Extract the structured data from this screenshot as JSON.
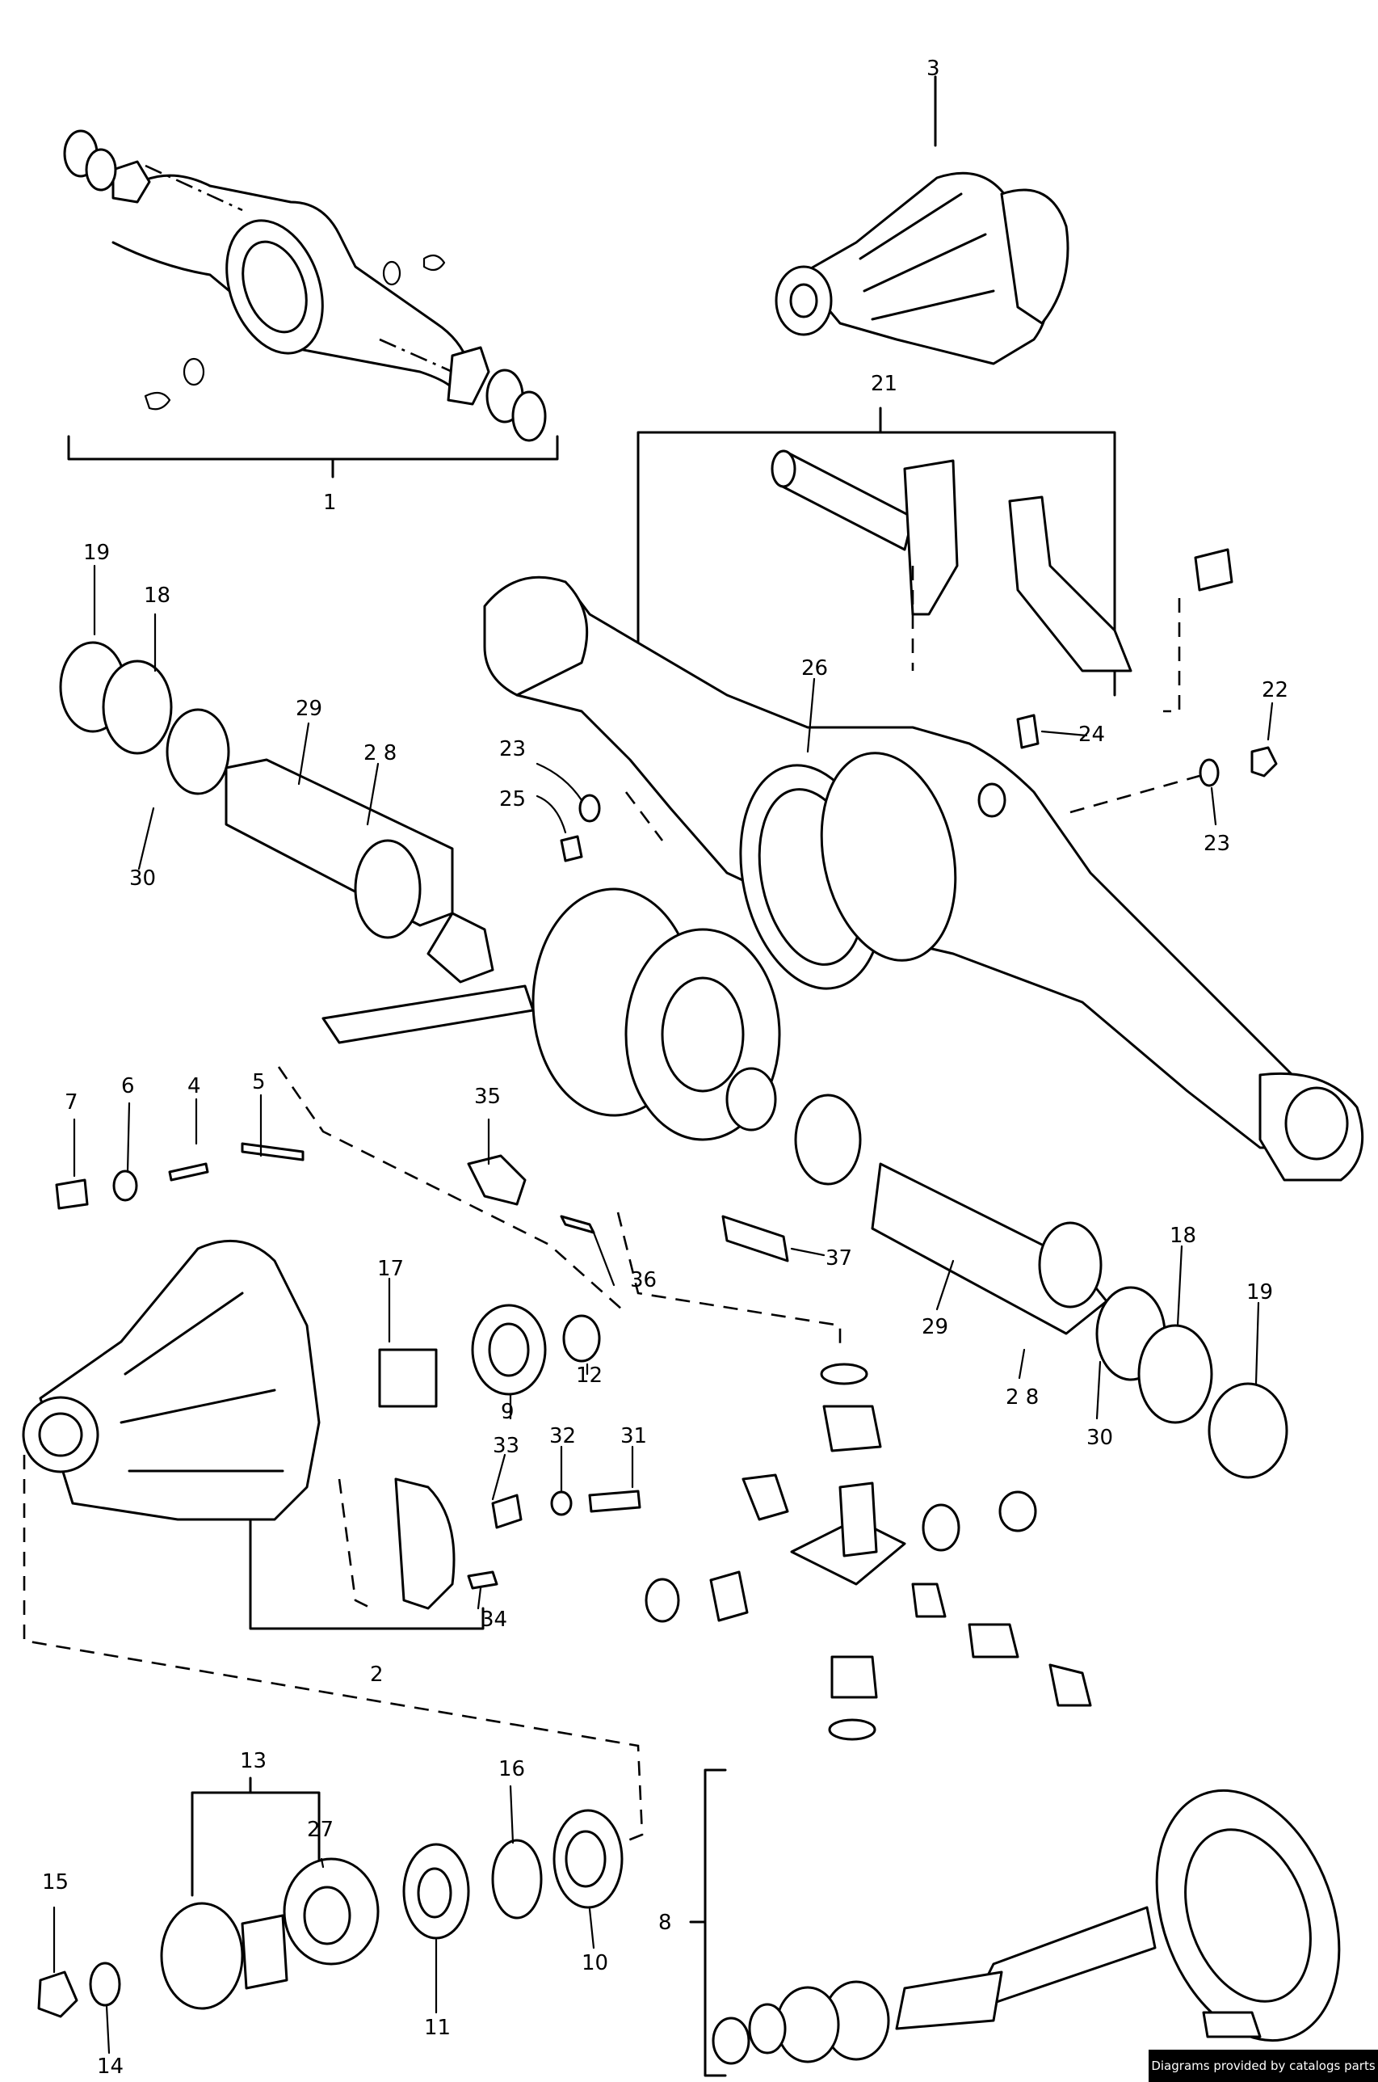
{
  "callouts": [
    {
      "id": "c1",
      "text": "1"
    },
    {
      "id": "c2",
      "text": "2"
    },
    {
      "id": "c3",
      "text": "3"
    },
    {
      "id": "c4",
      "text": "4"
    },
    {
      "id": "c5",
      "text": "5"
    },
    {
      "id": "c6",
      "text": "6"
    },
    {
      "id": "c7",
      "text": "7"
    },
    {
      "id": "c8",
      "text": "8"
    },
    {
      "id": "c9",
      "text": "9"
    },
    {
      "id": "c10",
      "text": "10"
    },
    {
      "id": "c11",
      "text": "11"
    },
    {
      "id": "c12",
      "text": "12"
    },
    {
      "id": "c13",
      "text": "13"
    },
    {
      "id": "c14",
      "text": "14"
    },
    {
      "id": "c15",
      "text": "15"
    },
    {
      "id": "c16",
      "text": "16"
    },
    {
      "id": "c17",
      "text": "17"
    },
    {
      "id": "c18a",
      "text": "18"
    },
    {
      "id": "c18b",
      "text": "18"
    },
    {
      "id": "c19a",
      "text": "19"
    },
    {
      "id": "c19b",
      "text": "19"
    },
    {
      "id": "c21",
      "text": "21"
    },
    {
      "id": "c22",
      "text": "22"
    },
    {
      "id": "c23a",
      "text": "23"
    },
    {
      "id": "c23b",
      "text": "23"
    },
    {
      "id": "c24",
      "text": "24"
    },
    {
      "id": "c25",
      "text": "25"
    },
    {
      "id": "c26",
      "text": "26"
    },
    {
      "id": "c27",
      "text": "27"
    },
    {
      "id": "c28a",
      "text": "2 8"
    },
    {
      "id": "c28b",
      "text": "2 8"
    },
    {
      "id": "c29a",
      "text": "29"
    },
    {
      "id": "c29b",
      "text": "29"
    },
    {
      "id": "c30a",
      "text": "30"
    },
    {
      "id": "c30b",
      "text": "30"
    },
    {
      "id": "c31",
      "text": "31"
    },
    {
      "id": "c32",
      "text": "32"
    },
    {
      "id": "c33",
      "text": "33"
    },
    {
      "id": "c34",
      "text": "34"
    },
    {
      "id": "c35",
      "text": "35"
    },
    {
      "id": "c36",
      "text": "36"
    },
    {
      "id": "c37",
      "text": "37"
    }
  ],
  "credit": "Diagrams provided by catalogs parts"
}
